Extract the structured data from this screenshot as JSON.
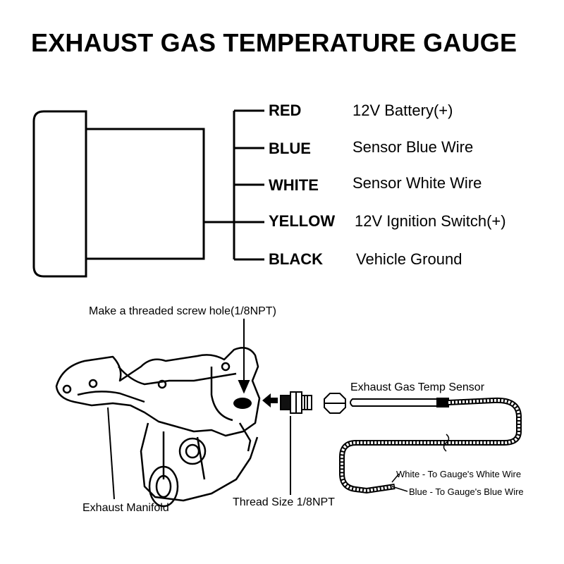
{
  "title": "EXHAUST GAS TEMPERATURE GAUGE",
  "wires": [
    {
      "color": "RED",
      "description": "12V Battery(+)"
    },
    {
      "color": "BLUE",
      "description": "Sensor Blue Wire"
    },
    {
      "color": "WHITE",
      "description": "Sensor White Wire"
    },
    {
      "color": "YELLOW",
      "description": "12V Ignition Switch(+)"
    },
    {
      "color": "BLACK",
      "description": "Vehicle Ground"
    }
  ],
  "labels": {
    "screw_hole": "Make a threaded screw hole(1/8NPT)",
    "sensor": "Exhaust Gas Temp Sensor",
    "manifold": "Exhaust Manifold",
    "thread_size": "Thread Size  1/8NPT",
    "white_wire": "White  - To Gauge's White Wire",
    "blue_wire": "Blue  - To Gauge's Blue Wire"
  }
}
